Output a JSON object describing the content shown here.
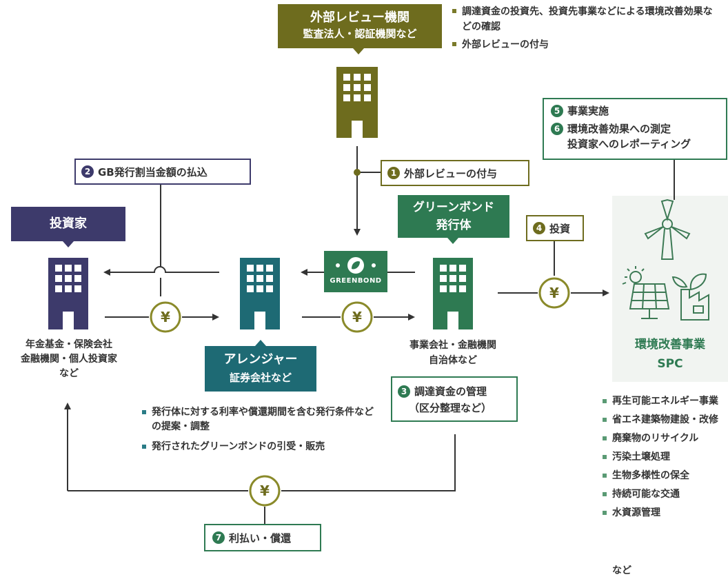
{
  "colors": {
    "olive": "#6e6c1e",
    "navy": "#3d3a6b",
    "green": "#2e7a52",
    "teal": "#1e6a74",
    "line": "#333333",
    "spc_bg": "#f1f4f1"
  },
  "external_review": {
    "title": "外部レビュー機関",
    "subtitle": "監査法人・認証機関など",
    "bullets": [
      "調達資金の投資先、投資先事業などによる環境改善効果などの確認",
      "外部レビューの付与"
    ]
  },
  "steps": {
    "s1": {
      "num": "1",
      "label": "外部レビューの付与"
    },
    "s2": {
      "num": "2",
      "label": "GB発行割当金額の払込"
    },
    "s3": {
      "num": "3",
      "label_line1": "調達資金の管理",
      "label_line2": "（区分整理など）"
    },
    "s4": {
      "num": "4",
      "label": "投資"
    },
    "s5": {
      "num": "5",
      "label": "事業実施"
    },
    "s6": {
      "num": "6",
      "label_line1": "環境改善効果への測定",
      "label_line2": "投資家へのレポーティング"
    },
    "s7": {
      "num": "7",
      "label": "利払い・償還"
    }
  },
  "investor": {
    "title": "投資家",
    "caption": [
      "年金基金・保険会社",
      "金融機関・個人投資家",
      "など"
    ]
  },
  "arranger": {
    "title": "アレンジャー",
    "subtitle": "証券会社など",
    "bullets": [
      "発行体に対する利率や償還期間を含む発行条件などの提案・調整",
      "発行されたグリーンボンドの引受・販売"
    ]
  },
  "issuer": {
    "title_line1": "グリーンボンド",
    "title_line2": "発行体",
    "caption": [
      "事業会社・金融機関",
      "自治体など"
    ]
  },
  "greenbond": {
    "label": "GREENBOND"
  },
  "yen_symbol": "¥",
  "spc": {
    "title_line1": "環境改善事業",
    "title_line2": "SPC",
    "projects": [
      "再生可能エネルギー事業",
      "省エネ建築物建設・改修",
      "廃棄物のリサイクル",
      "汚染土壌処理",
      "生物多様性の保全",
      "持続可能な交通",
      "水資源管理"
    ],
    "footer": "など"
  }
}
